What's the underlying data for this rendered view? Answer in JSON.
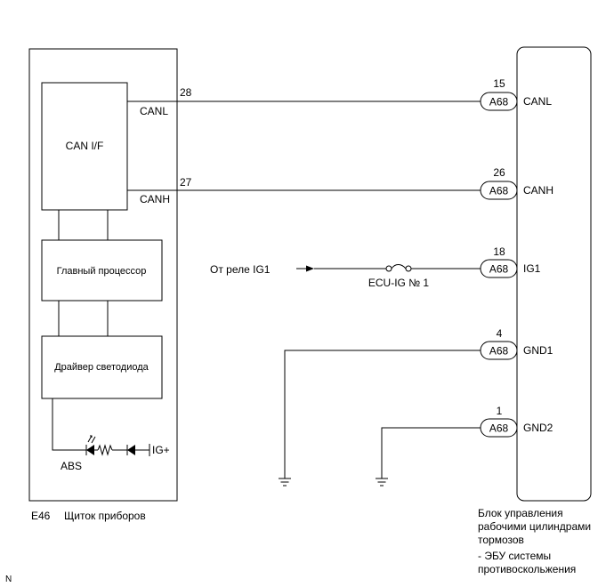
{
  "combination_meter": {
    "code": "E46",
    "name": "Щиток приборов",
    "blocks": {
      "can_if": "CAN I/F",
      "main_cpu": "Главный процессор",
      "led_driver": "Драйвер светодиода"
    },
    "pins": [
      {
        "number": "28",
        "signal": "CANL"
      },
      {
        "number": "27",
        "signal": "CANH"
      }
    ],
    "abs_label": "ABS",
    "ig_plus_label": "IG+"
  },
  "ecu": {
    "title_lines": [
      "Блок управления",
      "рабочими цилиндрами",
      "тормозов"
    ],
    "subtitle_lines": [
      "- ЭБУ системы",
      "противоскольжения"
    ],
    "connectors": [
      {
        "pin": "15",
        "code": "A68",
        "signal": "CANL"
      },
      {
        "pin": "26",
        "code": "A68",
        "signal": "CANH"
      },
      {
        "pin": "18",
        "code": "A68",
        "signal": "IG1"
      },
      {
        "pin": "4",
        "code": "A68",
        "signal": "GND1"
      },
      {
        "pin": "1",
        "code": "A68",
        "signal": "GND2"
      }
    ]
  },
  "ig1_source": "От реле IG1",
  "fuse_label": "ECU-IG № 1",
  "corner_mark": "N"
}
